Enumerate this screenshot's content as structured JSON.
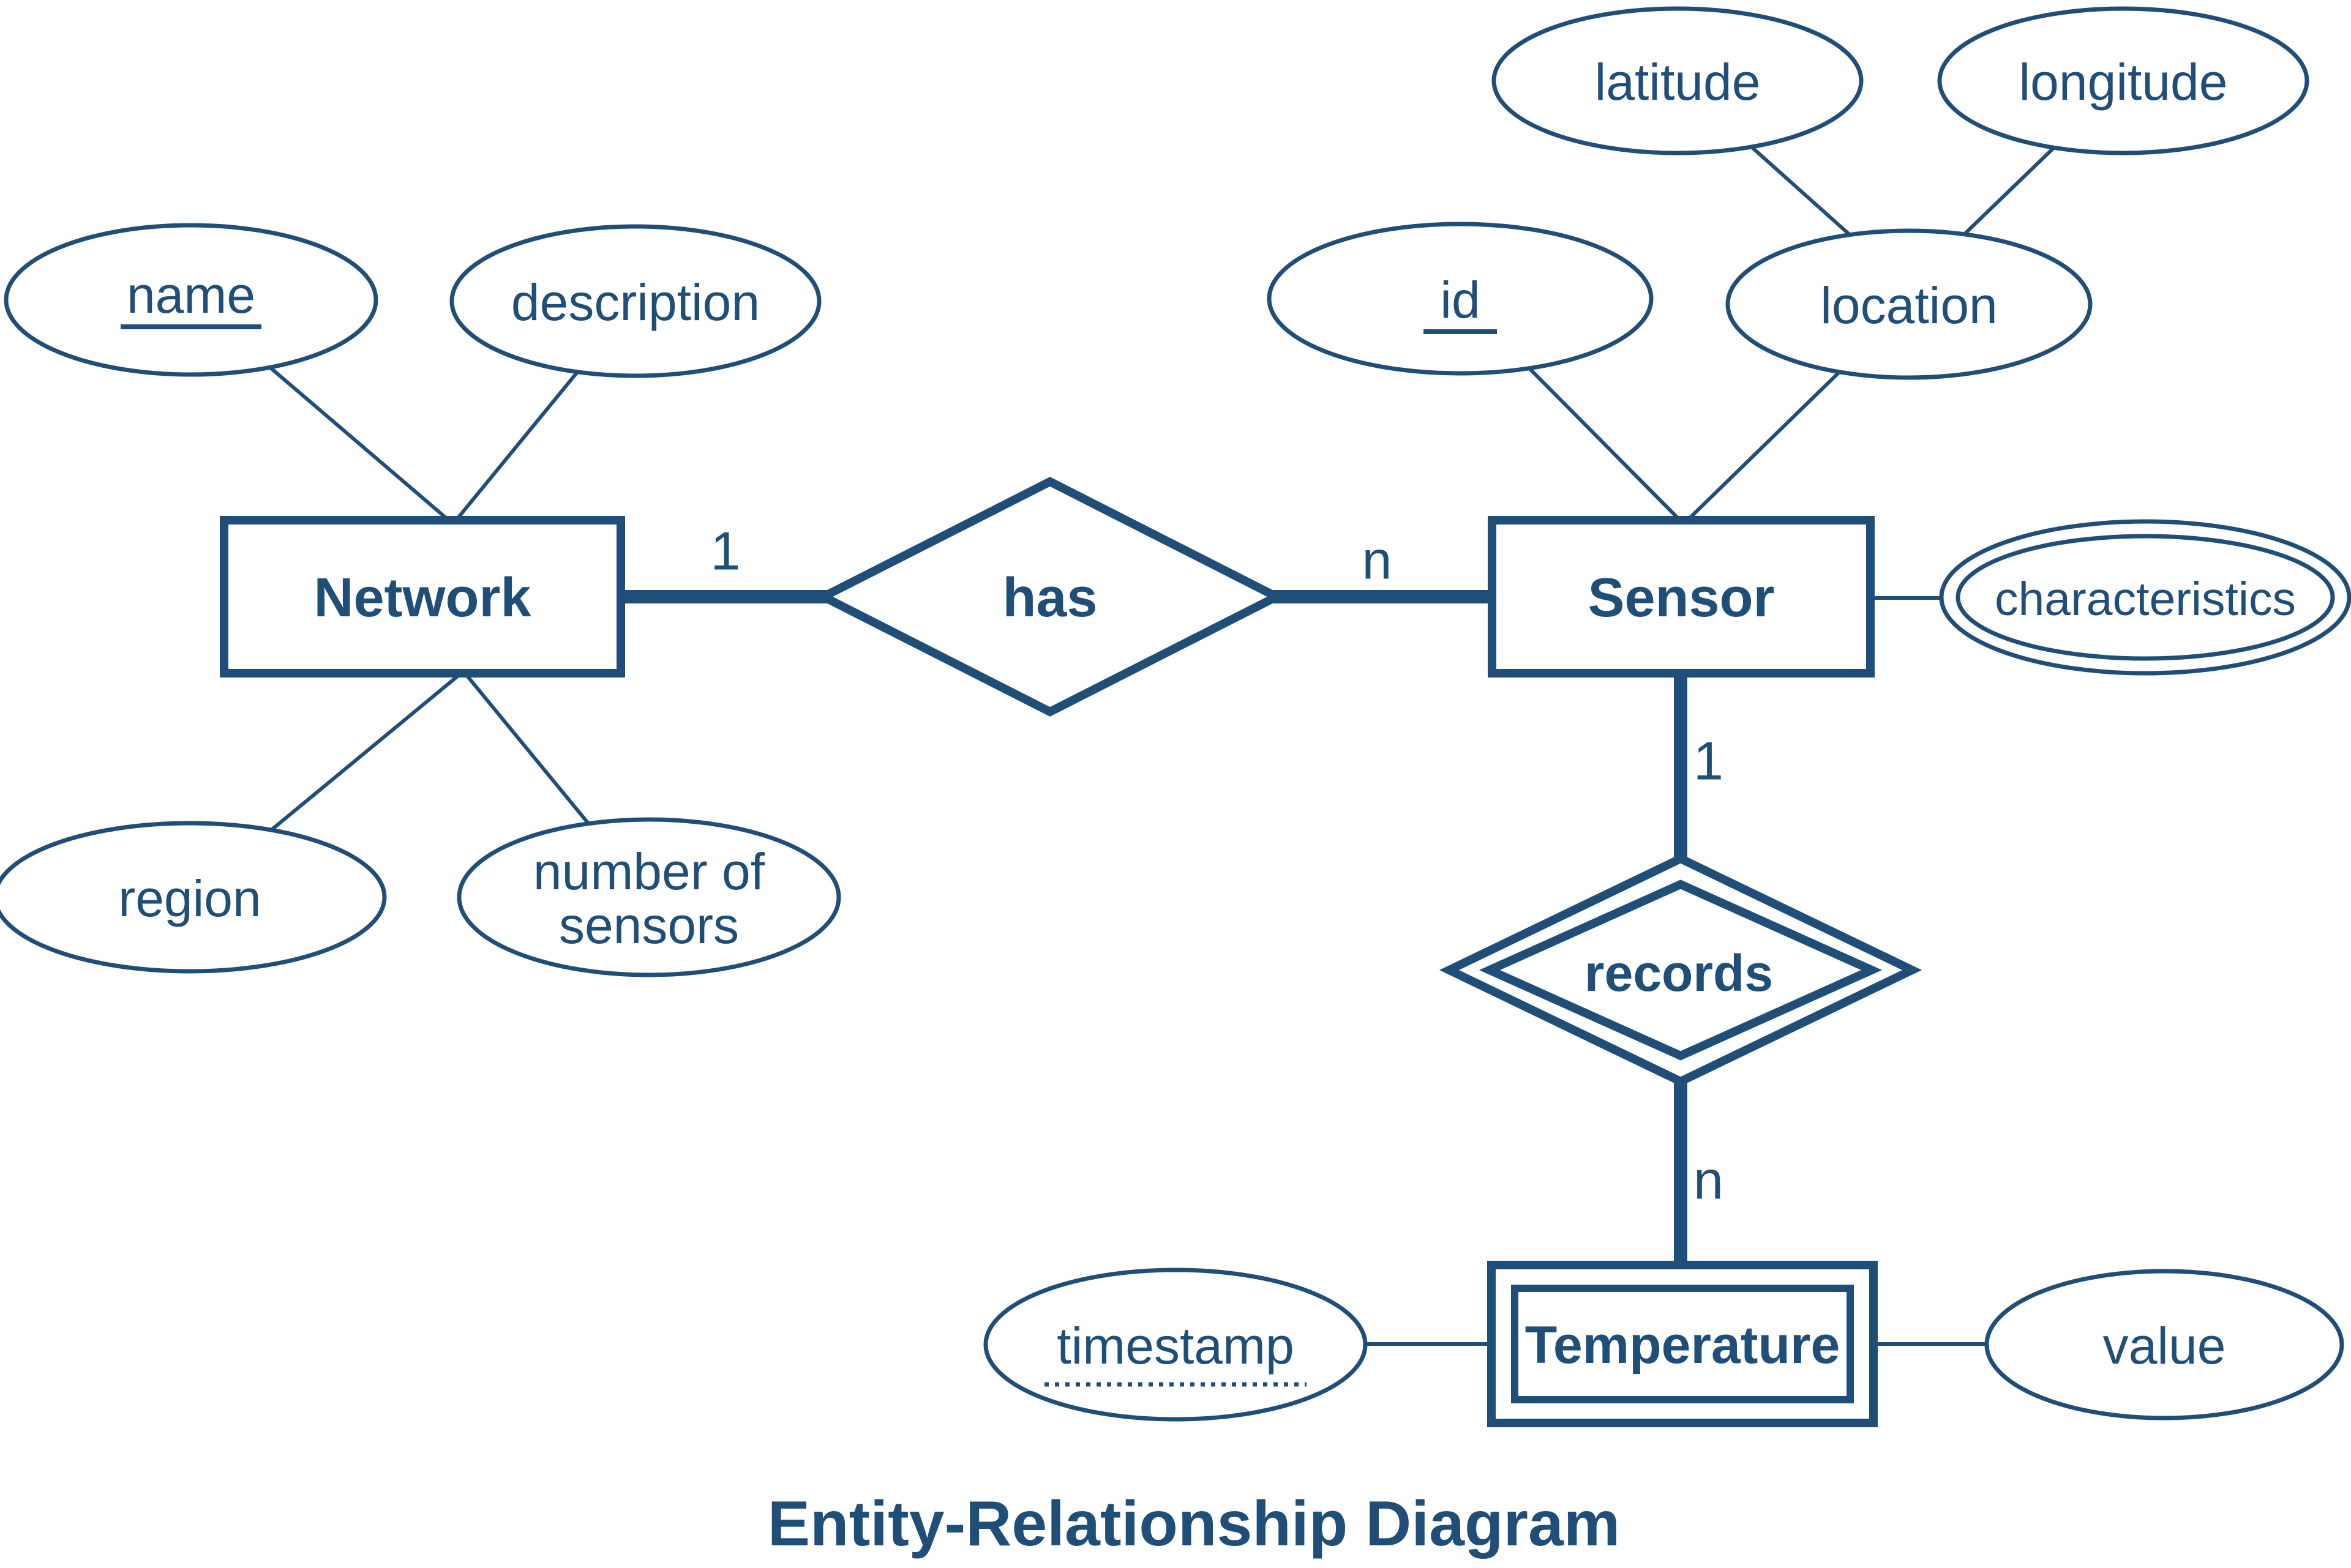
{
  "title": "Entity-Relationship Diagram",
  "colors": {
    "ink": "#1f4e79",
    "background": "#ffffff"
  },
  "entities": {
    "network": {
      "label": "Network",
      "type": "strong"
    },
    "sensor": {
      "label": "Sensor",
      "type": "strong"
    },
    "temperature": {
      "label": "Temperature",
      "type": "weak"
    }
  },
  "relationships": {
    "has": {
      "label": "has",
      "type": "regular",
      "network_cardinality": "1",
      "sensor_cardinality": "n"
    },
    "records": {
      "label": "records",
      "type": "identifying",
      "sensor_cardinality": "1",
      "temperature_cardinality": "n"
    }
  },
  "attributes": {
    "name": {
      "label": "name",
      "key": true
    },
    "description": {
      "label": "description"
    },
    "region": {
      "label": "region"
    },
    "number_of_sensors": {
      "lines": [
        "number of",
        "sensors"
      ]
    },
    "id": {
      "label": "id",
      "key": true
    },
    "location": {
      "label": "location",
      "composite": true
    },
    "latitude": {
      "label": "latitude"
    },
    "longitude": {
      "label": "longitude"
    },
    "characteristics": {
      "label": "characteristics",
      "multivalued": true
    },
    "timestamp": {
      "label": "timestamp",
      "partial_key": true
    },
    "value": {
      "label": "value"
    }
  }
}
